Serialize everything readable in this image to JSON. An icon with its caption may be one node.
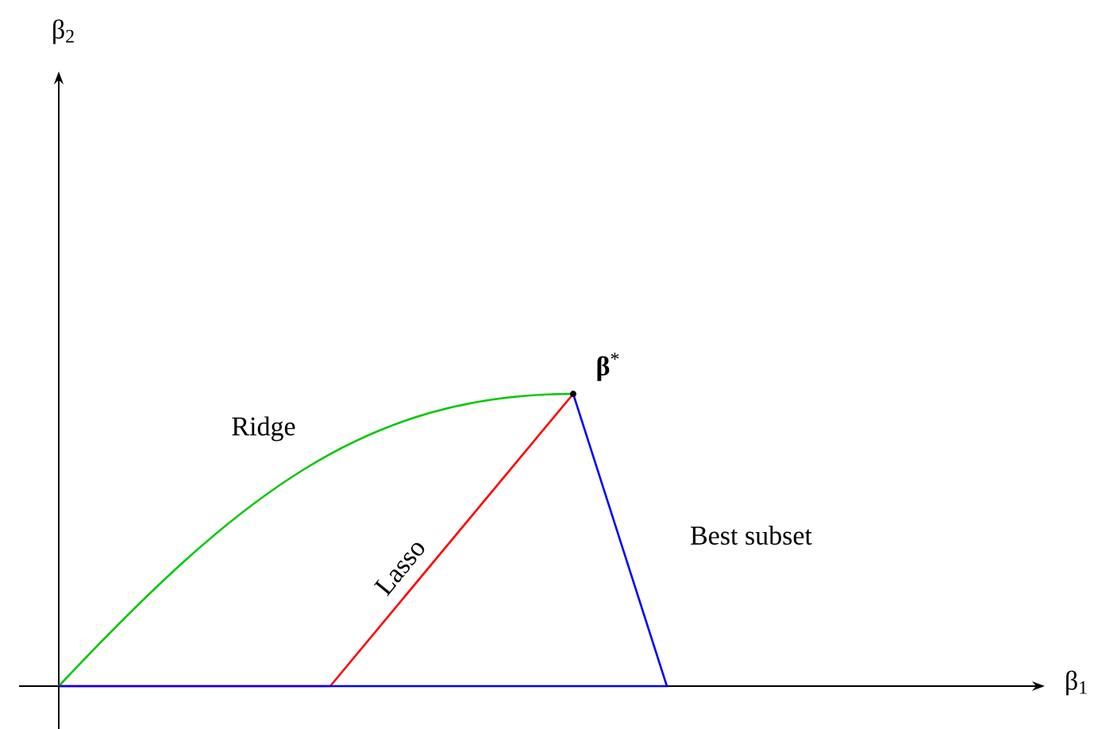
{
  "diagram": {
    "labels": [
      "β$_{2}$",
      "β$_{1}$",
      "**β**$^{*}$",
      "Ridge",
      "Lasso",
      "Best subset"
    ]
  }
}
